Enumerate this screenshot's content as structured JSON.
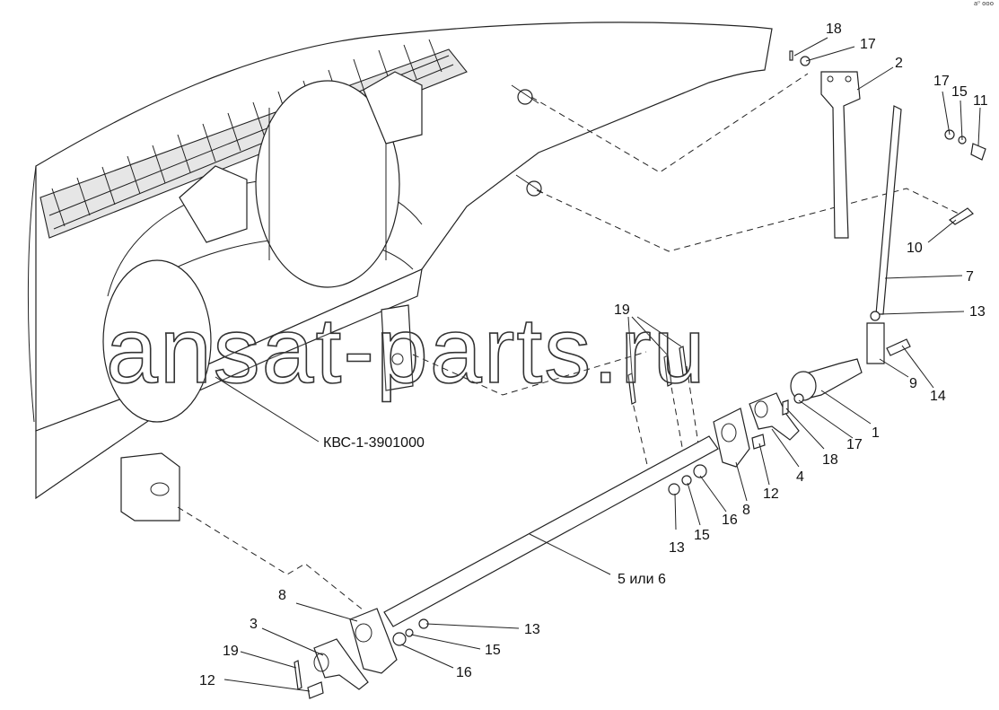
{
  "watermark": "ansat-parts.ru",
  "corner_mark": "a⁰ ooo",
  "assembly_label": "КВС-1-3901000",
  "callouts": {
    "c1": "1",
    "c2": "2",
    "c3": "3",
    "c4": "4",
    "c5": "5 или 6",
    "c7": "7",
    "c8a": "8",
    "c8b": "8",
    "c9": "9",
    "c10": "10",
    "c11": "11",
    "c12a": "12",
    "c12b": "12",
    "c13a": "13",
    "c13b": "13",
    "c13c": "13",
    "c14": "14",
    "c15a": "15",
    "c15b": "15",
    "c15c": "15",
    "c16a": "16",
    "c16b": "16",
    "c17a": "17",
    "c17b": "17",
    "c17c": "17",
    "c18a": "18",
    "c18b": "18",
    "c19a": "19",
    "c19b": "19"
  }
}
